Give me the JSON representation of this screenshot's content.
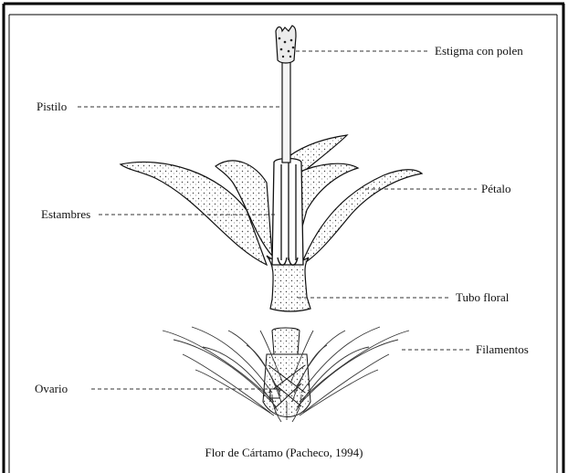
{
  "labels": {
    "estigma": "Estigma con polen",
    "pistilo": "Pistilo",
    "petalo": "Pétalo",
    "estambres": "Estambres",
    "tubo_floral": "Tubo floral",
    "filamentos": "Filamentos",
    "ovario": "Ovario"
  },
  "caption": "Flor de Cártamo (Pacheco, 1994)"
}
